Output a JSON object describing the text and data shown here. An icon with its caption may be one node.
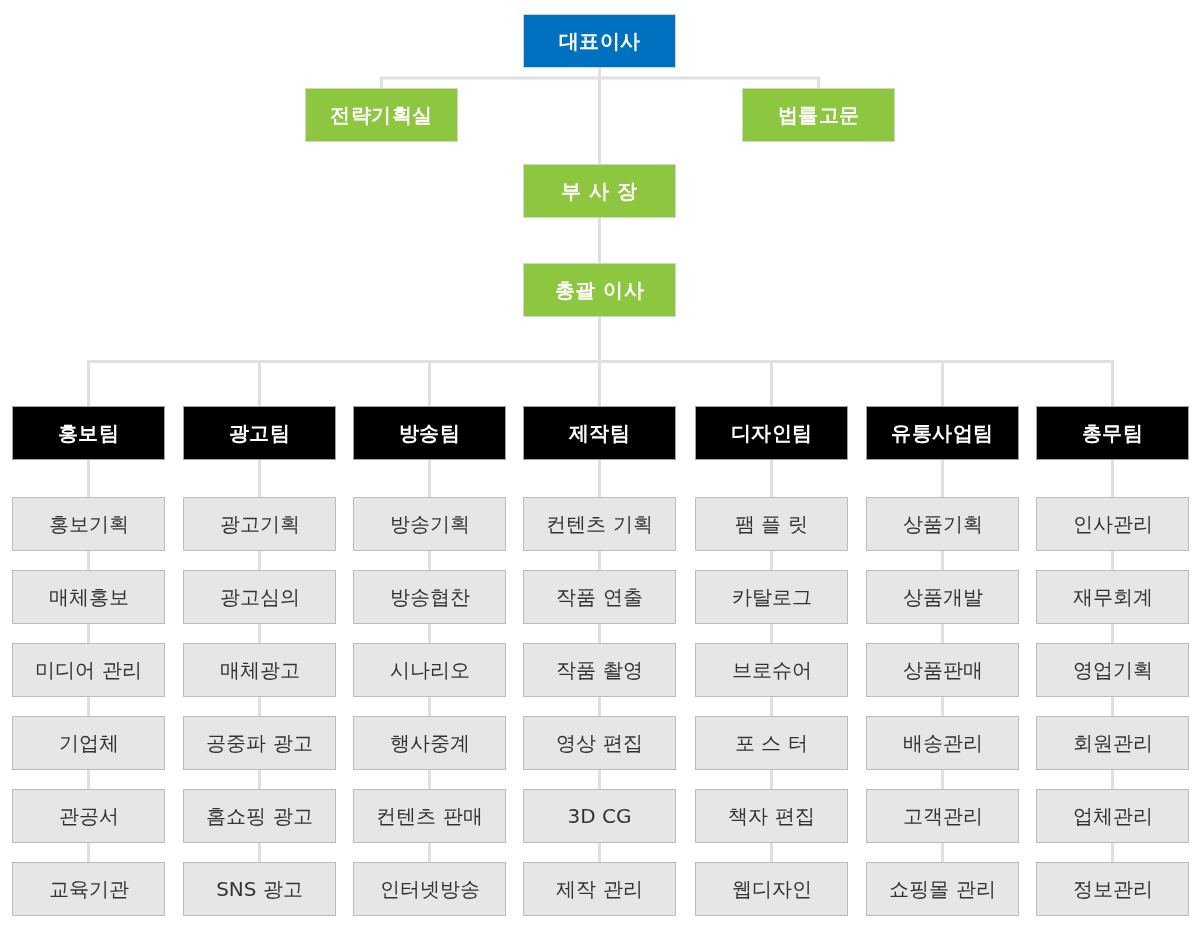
{
  "diagram": {
    "nodes": [
      {
        "text": [
          "대표이사"
        ]
      },
      {
        "text": [
          "전략기획실"
        ]
      },
      {
        "text": [
          "법률고문"
        ]
      },
      {
        "text": [
          "부 사 장"
        ]
      },
      {
        "text": [
          "총괄 이사"
        ]
      },
      {
        "text": [
          "홍보팀"
        ]
      },
      {
        "text": [
          "광고팀"
        ]
      },
      {
        "text": [
          "방송팀"
        ]
      },
      {
        "text": [
          "제작팀"
        ]
      },
      {
        "text": [
          "디자인팀"
        ]
      },
      {
        "text": [
          "유통사업팀"
        ]
      },
      {
        "text": [
          "총무팀"
        ]
      },
      {
        "text": [
          "홍보기획"
        ]
      },
      {
        "text": [
          "광고기획"
        ]
      },
      {
        "text": [
          "방송기획"
        ]
      },
      {
        "text": [
          "컨텐츠 기획"
        ]
      },
      {
        "text": [
          "팸 플 릿"
        ]
      },
      {
        "text": [
          "상품기획"
        ]
      },
      {
        "text": [
          "인사관리"
        ]
      },
      {
        "text": [
          "매체홍보"
        ]
      },
      {
        "text": [
          "광고심의"
        ]
      },
      {
        "text": [
          "방송협찬"
        ]
      },
      {
        "text": [
          "작품 연출"
        ]
      },
      {
        "text": [
          "카탈로그"
        ]
      },
      {
        "text": [
          "상품개발"
        ]
      },
      {
        "text": [
          "재무회계"
        ]
      },
      {
        "text": [
          "미디어 관리"
        ]
      },
      {
        "text": [
          "매체광고"
        ]
      },
      {
        "text": [
          "시나리오"
        ]
      },
      {
        "text": [
          "작품 촬영"
        ]
      },
      {
        "text": [
          "브로슈어"
        ]
      },
      {
        "text": [
          "상품판매"
        ]
      },
      {
        "text": [
          "영업기획"
        ]
      },
      {
        "text": [
          "기업체"
        ]
      },
      {
        "text": [
          "공중파 광고"
        ]
      },
      {
        "text": [
          "행사중계"
        ]
      },
      {
        "text": [
          "영상 편집"
        ]
      },
      {
        "text": [
          "포 스 터"
        ]
      },
      {
        "text": [
          "배송관리"
        ]
      },
      {
        "text": [
          "회원관리"
        ]
      },
      {
        "text": [
          "관공서"
        ]
      },
      {
        "text": [
          "홈쇼핑 광고"
        ]
      },
      {
        "text": [
          "컨텐츠 판매"
        ]
      },
      {
        "text": [
          "3D CG"
        ]
      },
      {
        "text": [
          "책자 편집"
        ]
      },
      {
        "text": [
          "고객관리"
        ]
      },
      {
        "text": [
          "업체관리"
        ]
      },
      {
        "text": [
          "교육기관"
        ]
      },
      {
        "text": [
          "SNS 광고"
        ]
      },
      {
        "text": [
          "인터넷방송"
        ]
      },
      {
        "text": [
          "제작 관리"
        ]
      },
      {
        "text": [
          "웹디자인"
        ]
      },
      {
        "text": [
          "쇼핑몰 관리"
        ]
      },
      {
        "text": [
          "정보관리"
        ]
      }
    ],
    "edges": [
      {
        "from": 0,
        "to": 1,
        "arrow": "none"
      },
      {
        "from": 0,
        "to": 2,
        "arrow": "none"
      },
      {
        "from": 0,
        "to": 3,
        "arrow": "none"
      },
      {
        "from": 3,
        "to": 4,
        "arrow": "none"
      },
      {
        "from": 4,
        "to": 5,
        "arrow": "none"
      },
      {
        "from": 4,
        "to": 6,
        "arrow": "none"
      },
      {
        "from": 4,
        "to": 7,
        "arrow": "none"
      },
      {
        "from": 4,
        "to": 8,
        "arrow": "none"
      },
      {
        "from": 4,
        "to": 9,
        "arrow": "none"
      },
      {
        "from": 4,
        "to": 10,
        "arrow": "none"
      },
      {
        "from": 4,
        "to": 11,
        "arrow": "none"
      },
      {
        "from": 5,
        "to": 12,
        "arrow": "none"
      },
      {
        "from": 6,
        "to": 13,
        "arrow": "none"
      },
      {
        "from": 7,
        "to": 14,
        "arrow": "none"
      },
      {
        "from": 8,
        "to": 15,
        "arrow": "none"
      },
      {
        "from": 9,
        "to": 16,
        "arrow": "none"
      },
      {
        "from": 10,
        "to": 17,
        "arrow": "none"
      },
      {
        "from": 11,
        "to": 18,
        "arrow": "none"
      },
      {
        "from": 12,
        "to": 19,
        "arrow": "none"
      },
      {
        "from": 13,
        "to": 20,
        "arrow": "none"
      },
      {
        "from": 14,
        "to": 21,
        "arrow": "none"
      },
      {
        "from": 15,
        "to": 22,
        "arrow": "none"
      },
      {
        "from": 16,
        "to": 23,
        "arrow": "none"
      },
      {
        "from": 17,
        "to": 24,
        "arrow": "none"
      },
      {
        "from": 18,
        "to": 25,
        "arrow": "none"
      },
      {
        "from": 19,
        "to": 26,
        "arrow": "none"
      },
      {
        "from": 20,
        "to": 27,
        "arrow": "none"
      },
      {
        "from": 21,
        "to": 28,
        "arrow": "none"
      },
      {
        "from": 22,
        "to": 29,
        "arrow": "none"
      },
      {
        "from": 23,
        "to": 30,
        "arrow": "none"
      },
      {
        "from": 24,
        "to": 31,
        "arrow": "none"
      },
      {
        "from": 25,
        "to": 32,
        "arrow": "none"
      },
      {
        "from": 26,
        "to": 33,
        "arrow": "none"
      },
      {
        "from": 27,
        "to": 34,
        "arrow": "none"
      },
      {
        "from": 28,
        "to": 35,
        "arrow": "none"
      },
      {
        "from": 29,
        "to": 36,
        "arrow": "none"
      },
      {
        "from": 30,
        "to": 37,
        "arrow": "none"
      },
      {
        "from": 31,
        "to": 38,
        "arrow": "none"
      },
      {
        "from": 32,
        "to": 39,
        "arrow": "none"
      },
      {
        "from": 33,
        "to": 40,
        "arrow": "none"
      },
      {
        "from": 34,
        "to": 41,
        "arrow": "none"
      },
      {
        "from": 35,
        "to": 42,
        "arrow": "none"
      },
      {
        "from": 36,
        "to": 43,
        "arrow": "none"
      },
      {
        "from": 37,
        "to": 44,
        "arrow": "none"
      },
      {
        "from": 38,
        "to": 45,
        "arrow": "none"
      },
      {
        "from": 39,
        "to": 46,
        "arrow": "none"
      },
      {
        "from": 40,
        "to": 47,
        "arrow": "none"
      },
      {
        "from": 41,
        "to": 48,
        "arrow": "none"
      },
      {
        "from": 42,
        "to": 49,
        "arrow": "none"
      },
      {
        "from": 43,
        "to": 50,
        "arrow": "none"
      },
      {
        "from": 44,
        "to": 51,
        "arrow": "none"
      },
      {
        "from": 45,
        "to": 52,
        "arrow": "none"
      },
      {
        "from": 46,
        "to": 53,
        "arrow": "none"
      }
    ]
  }
}
